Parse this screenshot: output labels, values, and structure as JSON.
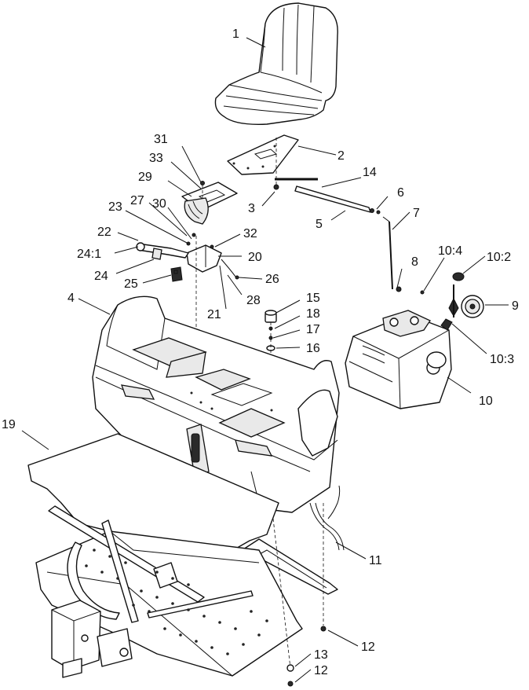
{
  "callouts": [
    {
      "id": "c1",
      "text": "1"
    },
    {
      "id": "c2",
      "text": "2"
    },
    {
      "id": "c3",
      "text": "3"
    },
    {
      "id": "c14",
      "text": "14"
    },
    {
      "id": "c6",
      "text": "6"
    },
    {
      "id": "c7",
      "text": "7"
    },
    {
      "id": "c5",
      "text": "5"
    },
    {
      "id": "c31",
      "text": "31"
    },
    {
      "id": "c33",
      "text": "33"
    },
    {
      "id": "c29",
      "text": "29"
    },
    {
      "id": "c27",
      "text": "27"
    },
    {
      "id": "c30",
      "text": "30"
    },
    {
      "id": "c23",
      "text": "23"
    },
    {
      "id": "c22",
      "text": "22"
    },
    {
      "id": "c32",
      "text": "32"
    },
    {
      "id": "c24_1",
      "text": "24:1"
    },
    {
      "id": "c20",
      "text": "20"
    },
    {
      "id": "c24",
      "text": "24"
    },
    {
      "id": "c25",
      "text": "25"
    },
    {
      "id": "c26",
      "text": "26"
    },
    {
      "id": "c28",
      "text": "28"
    },
    {
      "id": "c21",
      "text": "21"
    },
    {
      "id": "c8",
      "text": "8"
    },
    {
      "id": "c10_4",
      "text": "10:4"
    },
    {
      "id": "c10_2",
      "text": "10:2"
    },
    {
      "id": "c9",
      "text": "9"
    },
    {
      "id": "c10_3",
      "text": "10:3"
    },
    {
      "id": "c10",
      "text": "10"
    },
    {
      "id": "c4",
      "text": "4"
    },
    {
      "id": "c15",
      "text": "15"
    },
    {
      "id": "c18",
      "text": "18"
    },
    {
      "id": "c17",
      "text": "17"
    },
    {
      "id": "c16",
      "text": "16"
    },
    {
      "id": "c19",
      "text": "19"
    },
    {
      "id": "c11",
      "text": "11"
    },
    {
      "id": "c12a",
      "text": "12"
    },
    {
      "id": "c13",
      "text": "13"
    },
    {
      "id": "c12b",
      "text": "12"
    }
  ]
}
